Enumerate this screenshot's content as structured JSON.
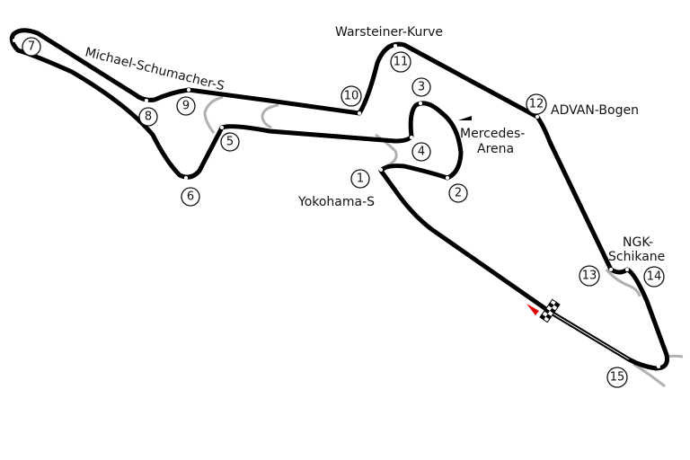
{
  "title": "Nürburgring GP-Strecke",
  "labels": {
    "warsteiner": "Warsteiner-Kurve",
    "schumacher": "Michael-Schumacher-S",
    "advan": "ADVAN-Bogen",
    "mercedes_1": "Mercedes-",
    "mercedes_2": "Arena",
    "yokohama": "Yokohama-S",
    "ngk_1": "NGK-",
    "ngk_2": "Schikane"
  },
  "turns": [
    "1",
    "2",
    "3",
    "4",
    "5",
    "6",
    "7",
    "8",
    "9",
    "10",
    "11",
    "12",
    "13",
    "14",
    "15"
  ],
  "colors": {
    "track": "#000000",
    "runoff": "#b0b0b0",
    "arrow": "#e00000"
  }
}
